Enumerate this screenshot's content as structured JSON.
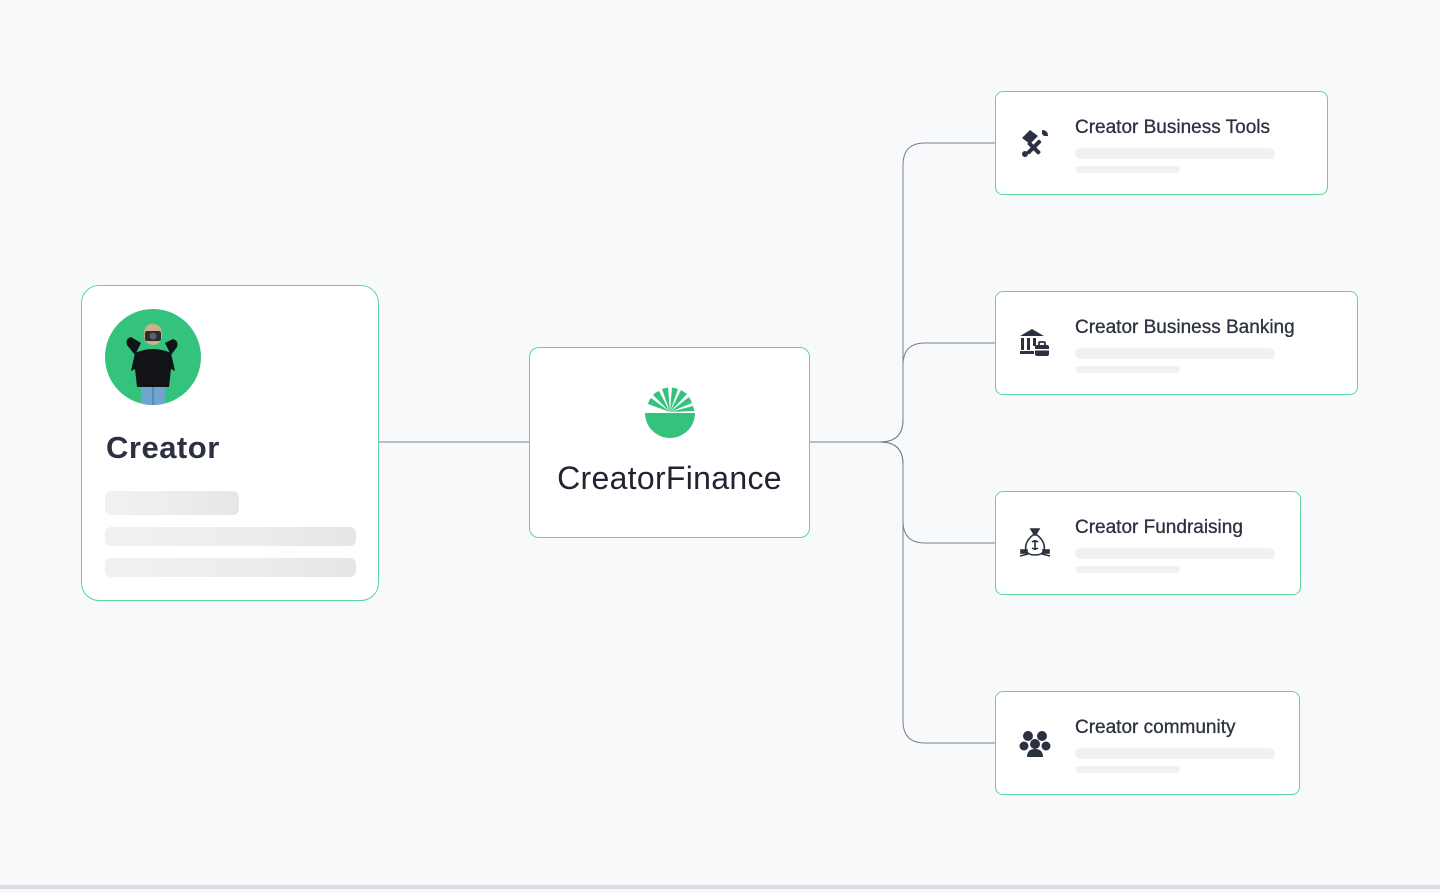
{
  "creator": {
    "title": "Creator"
  },
  "hub": {
    "title": "CreatorFinance"
  },
  "services": [
    {
      "label": "Creator Business Tools",
      "icon": "tools-icon"
    },
    {
      "label": "Creator Business Banking",
      "icon": "bank-icon"
    },
    {
      "label": "Creator Fundraising",
      "icon": "money-bag-icon"
    },
    {
      "label": "Creator community",
      "icon": "community-icon"
    }
  ],
  "colors": {
    "accent": "#34c37c",
    "border": "#5fd49b",
    "text": "#2b3140",
    "connector": "#7a7f88",
    "background": "#f8f9fb"
  }
}
